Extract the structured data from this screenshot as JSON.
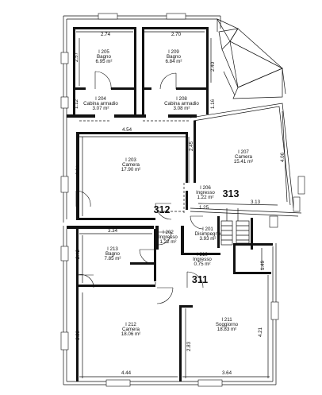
{
  "rooms": [
    {
      "id": "I 205",
      "name": "Bagno",
      "area": "6.95 m²"
    },
    {
      "id": "I 209",
      "name": "Bagno",
      "area": "6.84 m²"
    },
    {
      "id": "I 204",
      "name": "Cabina armadio",
      "area": "3.07 m²"
    },
    {
      "id": "I 208",
      "name": "Cabina armadio",
      "area": "3.08 m²"
    },
    {
      "id": "I 203",
      "name": "Camera",
      "area": "17.90 m²"
    },
    {
      "id": "I 207",
      "name": "Camera",
      "area": "15.41 m²"
    },
    {
      "id": "I 206",
      "name": "Ingresso",
      "area": "1.22 m²"
    },
    {
      "id": "I 201",
      "name": "Disimpegno",
      "area": "3.93 m²"
    },
    {
      "id": "I 202",
      "name": "Ingresso",
      "area": "1.22 m²"
    },
    {
      "id": "I 213",
      "name": "Bagno",
      "area": "7.85 m²"
    },
    {
      "id": "I 210",
      "name": "Ingresso",
      "area": "0.75 m²"
    },
    {
      "id": "I 212",
      "name": "Camera",
      "area": "18.06 m²"
    },
    {
      "id": "I 211",
      "name": "Soggiorno",
      "area": "18.83 m²"
    }
  ],
  "dimensions": {
    "d274": "2.74",
    "d270": "2.70",
    "d257": "2.57",
    "d240": "2.40",
    "d112": "1.12",
    "d116": "1.16",
    "d454": "4.54",
    "d394": "3.94",
    "d245": "2.45",
    "d406": "4.06",
    "d313": "3.13",
    "d125": "1.25",
    "d334": "3.34",
    "d242": "2.42",
    "d149": "1.49",
    "d389": "3.89",
    "d283": "2.83",
    "d421": "4.21",
    "d444": "4.44",
    "d364": "3.64"
  },
  "unit_labels": [
    "313",
    "312",
    "311"
  ]
}
